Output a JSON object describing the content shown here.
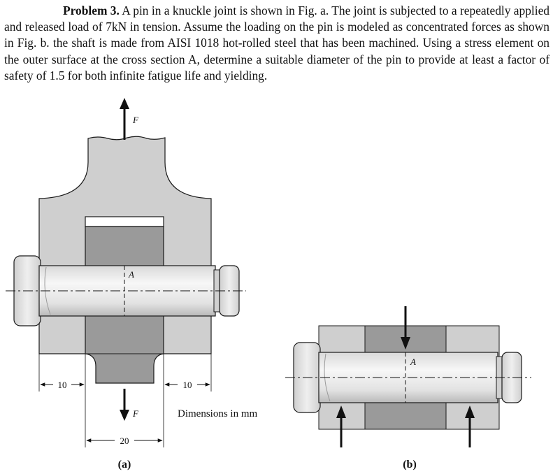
{
  "problem": {
    "lead": "Problem 3.",
    "text": "A pin in a knuckle joint is shown in Fig. a. The joint is subjected to a repeatedly applied and released load of 7kN in tension. Assume the loading on the pin is modeled as concentrated forces as shown in Fig. b. the shaft is made from AISI 1018 hot-rolled steel that has been machined. Using a stress element on the outer surface at the cross section A, determine a suitable diameter of the pin to provide at least a factor of safety of 1.5 for both infinite fatigue life and yielding."
  },
  "figure_a": {
    "force_top": "F",
    "force_bottom": "F",
    "section_label": "A",
    "dim_left": "10",
    "dim_right": "10",
    "dim_bottom": "20",
    "units_note": "Dimensions in mm",
    "caption": "(a)"
  },
  "figure_b": {
    "section_label": "A",
    "caption": "(b)"
  },
  "colors": {
    "light_gray": "#cfcfcf",
    "dark_gray": "#9a9a9a",
    "pin": "#e4e4e4",
    "outline": "#1a1a1a"
  }
}
